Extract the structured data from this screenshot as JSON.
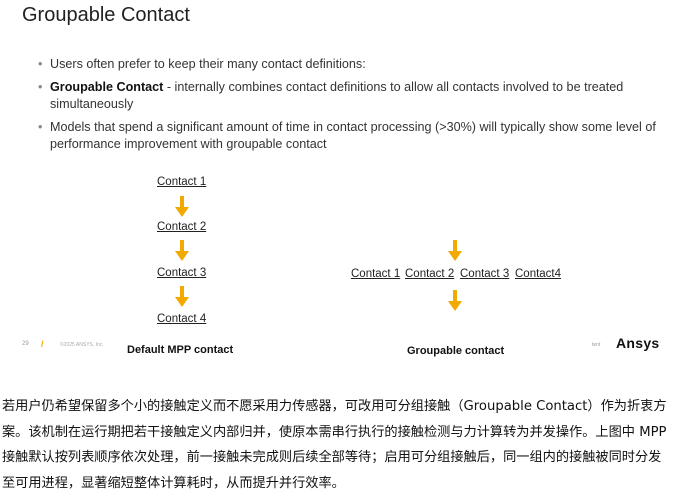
{
  "slide": {
    "title": "Groupable Contact",
    "bullets": [
      {
        "bold": "",
        "text": "Users often prefer to keep their many contact definitions:"
      },
      {
        "bold": "Groupable Contact",
        "text": " - internally combines contact definitions to allow all contacts involved to be treated simultaneously"
      },
      {
        "bold": "",
        "text": "Models that spend a significant amount of time in contact processing (>30%) will typically show some level of performance improvement with groupable contact"
      }
    ],
    "left_column": [
      "Contact 1",
      "Contact 2",
      "Contact 3",
      "Contact 4"
    ],
    "left_caption": "Default MPP contact",
    "right_row": [
      "Contact 1",
      "Contact 2",
      "Contact 3",
      "Contact4"
    ],
    "right_caption": "Groupable contact",
    "page_number": "29",
    "copyright": "©2025 ANSYS, Inc.",
    "corner_word": "tent",
    "logo": "Ansys",
    "arrow_color": "#F2A900"
  },
  "paragraph": "若用户仍希望保留多个小的接触定义而不愿采用力传感器，可改用可分组接触（Groupable Contact）作为折衷方案。该机制在运行期把若干接触定义内部归并，使原本需串行执行的接触检测与力计算转为并发操作。上图中 MPP接触默认按列表顺序依次处理，前一接触未完成则后续全部等待；启用可分组接触后，同一组内的接触被同时分发至可用进程，显著缩短整体计算耗时，从而提升并行效率。"
}
